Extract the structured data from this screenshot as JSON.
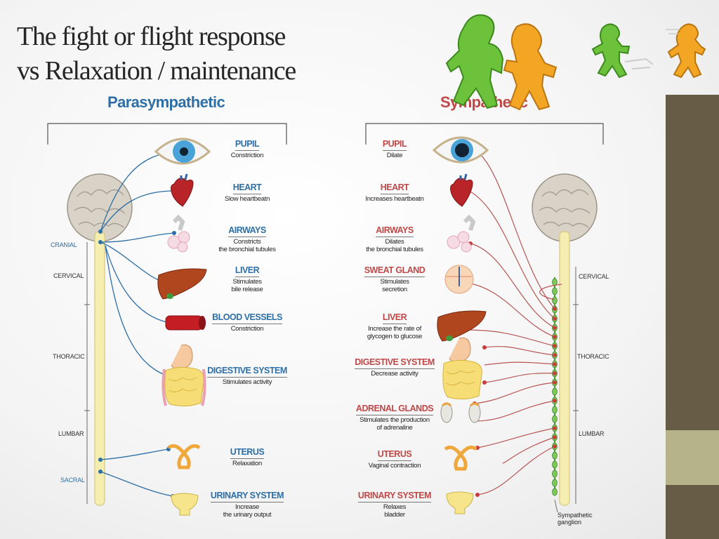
{
  "title": {
    "line1": "The fight or flight response",
    "line2": "vs Relaxation / maintenance"
  },
  "parasympathetic": {
    "heading": "Parasympathetic",
    "regions": {
      "cranial": "CRANIAL",
      "cervical": "CERVICAL",
      "thoracic": "THORACIC",
      "lumbar": "LUMBAR",
      "sacral": "SACRAL"
    },
    "organs": [
      {
        "name": "PUPIL",
        "desc": "Constriction"
      },
      {
        "name": "HEART",
        "desc": "Slow heartbeatn"
      },
      {
        "name": "AIRWAYS",
        "desc": "Constricts\nthe bronchial tubules"
      },
      {
        "name": "LIVER",
        "desc": "Stimulates\nbile release"
      },
      {
        "name": "BLOOD VESSELS",
        "desc": "Constriction"
      },
      {
        "name": "DIGESTIVE SYSTEM",
        "desc": "Stimulates activity"
      },
      {
        "name": "UTERUS",
        "desc": "Relaxation"
      },
      {
        "name": "URINARY SYSTEM",
        "desc": "Increase\nthe urinary output"
      }
    ]
  },
  "sympathetic": {
    "heading": "Sympathetic",
    "regions": {
      "cervical": "CERVICAL",
      "thoracic": "THORACIC",
      "lumbar": "LUMBAR"
    },
    "ganglion_label": "Sympathetic\nganglion",
    "organs": [
      {
        "name": "PUPIL",
        "desc": "Dilate"
      },
      {
        "name": "HEART",
        "desc": "Increases heartbeatn"
      },
      {
        "name": "AIRWAYS",
        "desc": "Dilates\nthe bronchial tubules"
      },
      {
        "name": "SWEAT GLAND",
        "desc": "Stimulates\nsecretion"
      },
      {
        "name": "LIVER",
        "desc": "Increase the rate of\nglycogen to glucose"
      },
      {
        "name": "DIGESTIVE SYSTEM",
        "desc": "Decrease activity"
      },
      {
        "name": "ADRENAL GLANDS",
        "desc": "Stimulates the production\nof adrenaline"
      },
      {
        "name": "UTERUS",
        "desc": "Vaginal contraction"
      },
      {
        "name": "URINARY SYSTEM",
        "desc": "Relaxes\nbladder"
      }
    ]
  },
  "colors": {
    "para": "#2d6fa6",
    "symp": "#c04848",
    "sidebar_dark": "#675d47",
    "sidebar_light": "#b6b289",
    "figure_green": "#6cc23a",
    "figure_orange": "#f2a623"
  },
  "icons": [
    "brain-icon",
    "eye-icon",
    "heart-icon",
    "lungs-icon",
    "liver-icon",
    "blood-vessel-icon",
    "stomach-intestine-icon",
    "uterus-icon",
    "bladder-icon",
    "sweat-gland-icon",
    "adrenal-gland-icon",
    "fighting-figures-icon",
    "running-figures-icon"
  ]
}
